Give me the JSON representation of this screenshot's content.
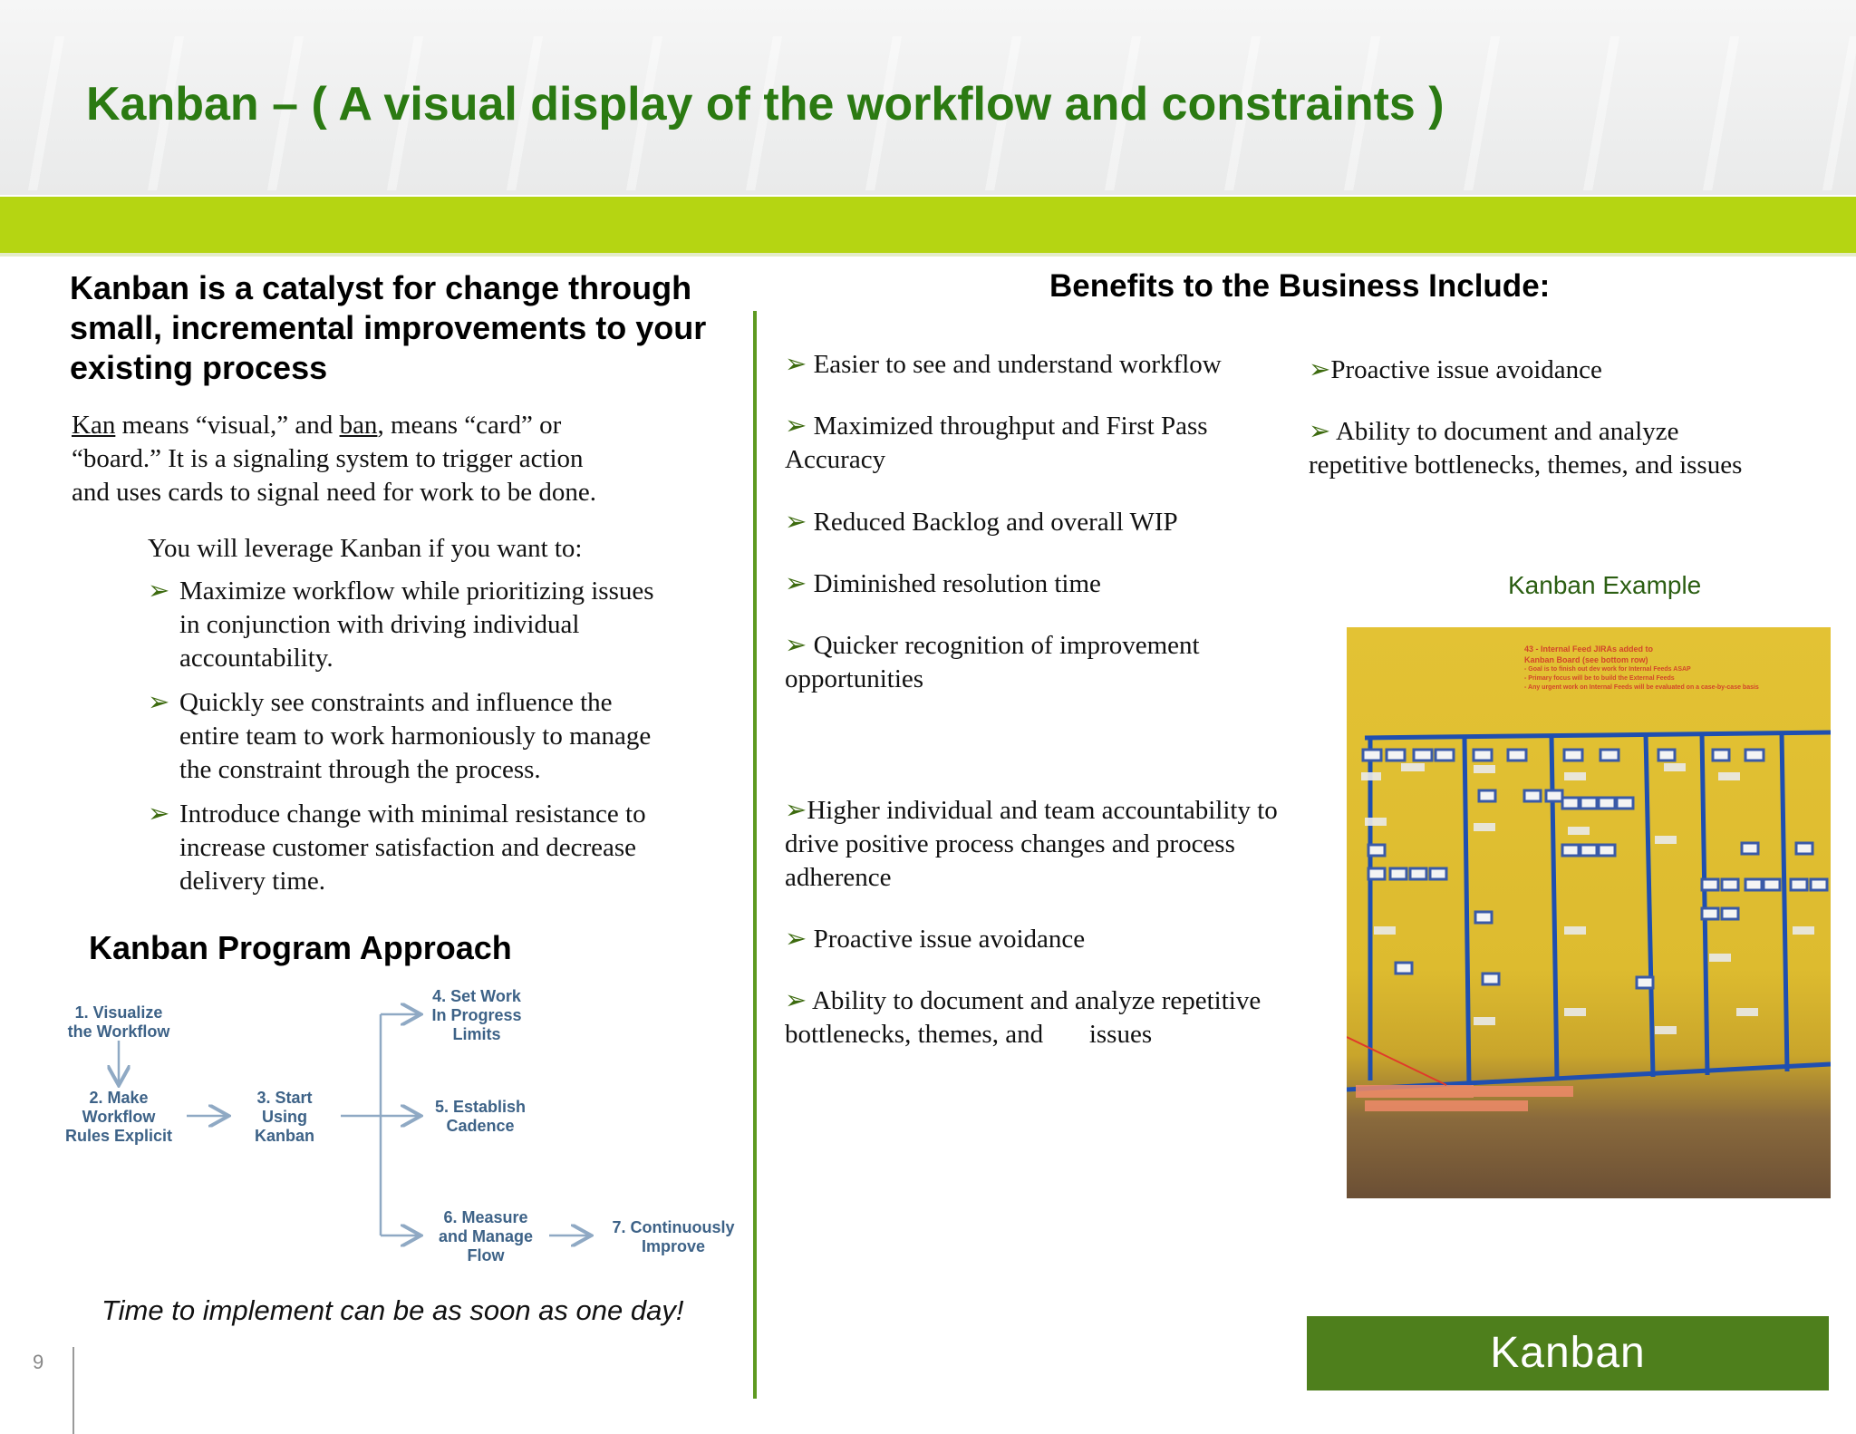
{
  "title": "Kanban – ( A visual display of the workflow and constraints )",
  "colors": {
    "title": "#2b7a12",
    "bar": "#b5d512",
    "divider": "#5e9a20",
    "logo_bg": "#4e7f1c",
    "diagram_text": "#3d6287"
  },
  "left": {
    "heading_lines": [
      "Kanban is a catalyst for change through",
      "small, incremental improvements to your",
      "existing process"
    ],
    "intro": {
      "kan": "Kan",
      "part1": " means “visual,” and ",
      "ban": "ban",
      "part2": ", means “card” or",
      "line2": "“board.”  It is a signaling system to trigger action",
      "line3": "and uses cards to signal need for work to be done."
    },
    "leverage_intro": "You will leverage Kanban if you want to:",
    "bullets": [
      {
        "lines": [
          "Maximize workflow while prioritizing issues",
          "in conjunction with driving individual",
          "accountability."
        ]
      },
      {
        "lines": [
          "Quickly see constraints and influence the",
          "entire team to work harmoniously to manage",
          "the constraint through the process."
        ]
      },
      {
        "lines": [
          "Introduce change with minimal resistance to",
          "increase customer satisfaction and decrease",
          "delivery time."
        ]
      }
    ],
    "approach_heading": "Kanban Program Approach",
    "diagram": {
      "step1": [
        "1. Visualize",
        "the Workflow"
      ],
      "step2": [
        "2. Make",
        "Workflow",
        "Rules Explicit"
      ],
      "step3": [
        "3. Start",
        "Using",
        "Kanban"
      ],
      "step4": [
        "4. Set Work",
        "In Progress",
        "Limits"
      ],
      "step5": [
        "5. Establish",
        "Cadence"
      ],
      "step6": [
        "6. Measure",
        "and Manage",
        "Flow"
      ],
      "step7": [
        "7. Continuously",
        "Improve"
      ]
    },
    "footer_note": "Time to implement can be as soon as one day!"
  },
  "right": {
    "heading": "Benefits to the Business Include:",
    "col1": [
      {
        "lines": [
          "Easier to see and understand  workflow"
        ]
      },
      {
        "lines": [
          "Maximized throughput and First Pass",
          "Accuracy"
        ]
      },
      {
        "lines": [
          "Reduced Backlog and overall WIP"
        ]
      },
      {
        "lines": [
          "Diminished resolution time"
        ]
      },
      {
        "lines": [
          "Quicker recognition of improvement",
          "opportunities"
        ]
      },
      {
        "lines": [
          "Higher individual and team accountability to",
          "drive positive process changes and process",
          "adherence"
        ]
      },
      {
        "lines": [
          "Proactive issue avoidance"
        ]
      },
      {
        "lines": [
          "Ability to document and analyze repetitive",
          "bottlenecks, themes, and       issues"
        ]
      }
    ],
    "col2": [
      {
        "lines": [
          "Proactive issue avoidance"
        ]
      },
      {
        "lines": [
          "Ability to document and analyze",
          "repetitive bottlenecks, themes, and issues"
        ]
      }
    ],
    "example_label": "Kanban Example",
    "photo_note": {
      "title": "43 - Internal Feed JIRAs added to",
      "subtitle": "Kanban Board (see bottom row)",
      "items": [
        "- Goal is to finish out dev work for Internal Feeds ASAP",
        "- Primary focus will be to build the External Feeds",
        "- Any urgent work on Internal Feeds will be evaluated on a case-by-case basis"
      ]
    }
  },
  "logo_text": "Kanban",
  "page_number": "9"
}
